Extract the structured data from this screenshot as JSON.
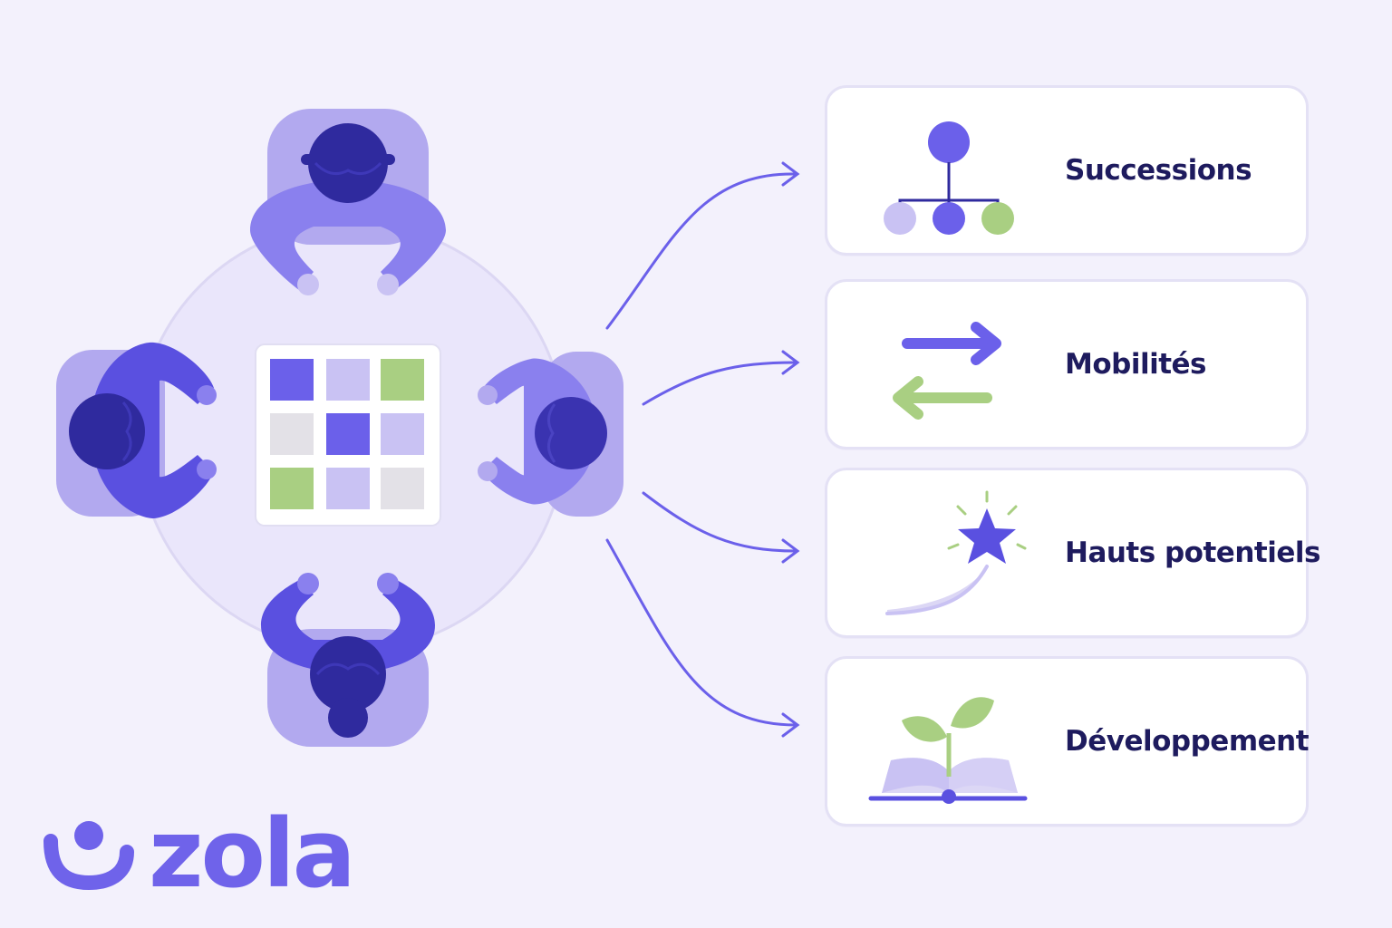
{
  "colors": {
    "background": "#f3f1fc",
    "primary": "#6b60ea",
    "primary_dark": "#2f2a9e",
    "light_purple": "#c9c2f3",
    "green": "#a9cf82",
    "gray": "#e3e1e7",
    "text_dark": "#1e1b5e"
  },
  "cards": [
    {
      "label": "Successions",
      "icon": "org-chart-icon"
    },
    {
      "label": "Mobilités",
      "icon": "swap-arrows-icon"
    },
    {
      "label": "Hauts potentiels",
      "icon": "shooting-star-icon"
    },
    {
      "label": "Développement",
      "icon": "plant-book-icon"
    }
  ],
  "logo": {
    "text": "zola",
    "icon": "smile-logo-icon"
  },
  "grid_cells": [
    "primary",
    "light",
    "green",
    "gray",
    "primary",
    "light",
    "green",
    "light",
    "gray"
  ]
}
